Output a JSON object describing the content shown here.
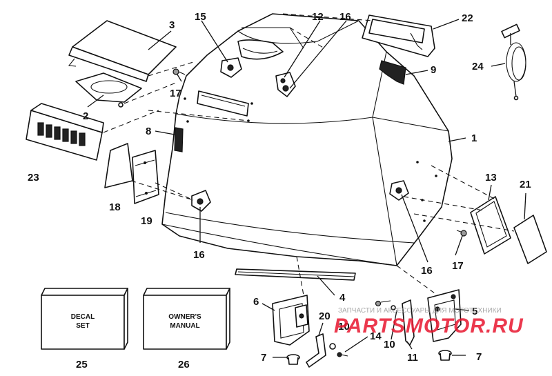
{
  "callouts": {
    "c1": "1",
    "c2": "2",
    "c3": "3",
    "c4": "4",
    "c5": "5",
    "c6": "6",
    "c7a": "7",
    "c7b": "7",
    "c8": "8",
    "c9": "9",
    "c10a": "10",
    "c10b": "10",
    "c11": "11",
    "c12": "12",
    "c13": "13",
    "c14": "14",
    "c15": "15",
    "c16a": "16",
    "c16b": "16",
    "c16c": "16",
    "c17a": "17",
    "c17b": "17",
    "c18": "18",
    "c19": "19",
    "c20": "20",
    "c21": "21",
    "c22": "22",
    "c23": "23",
    "c24": "24",
    "c25": "25",
    "c26": "26"
  },
  "boxes": {
    "decal_line1": "DECAL",
    "decal_line2": "SET",
    "manual_line1": "OWNER'S",
    "manual_line2": "MANUAL"
  },
  "watermark": {
    "logo": "PARTSMOTOR.RU",
    "tagline": "ЗАПЧАСТИ И АКСЕССУАРЫ ДЛЯ МОТОТЕХНИКИ"
  },
  "colors": {
    "ink": "#111111",
    "watermark_red": "#e8162e",
    "watermark_grey": "#9a9a9a"
  }
}
